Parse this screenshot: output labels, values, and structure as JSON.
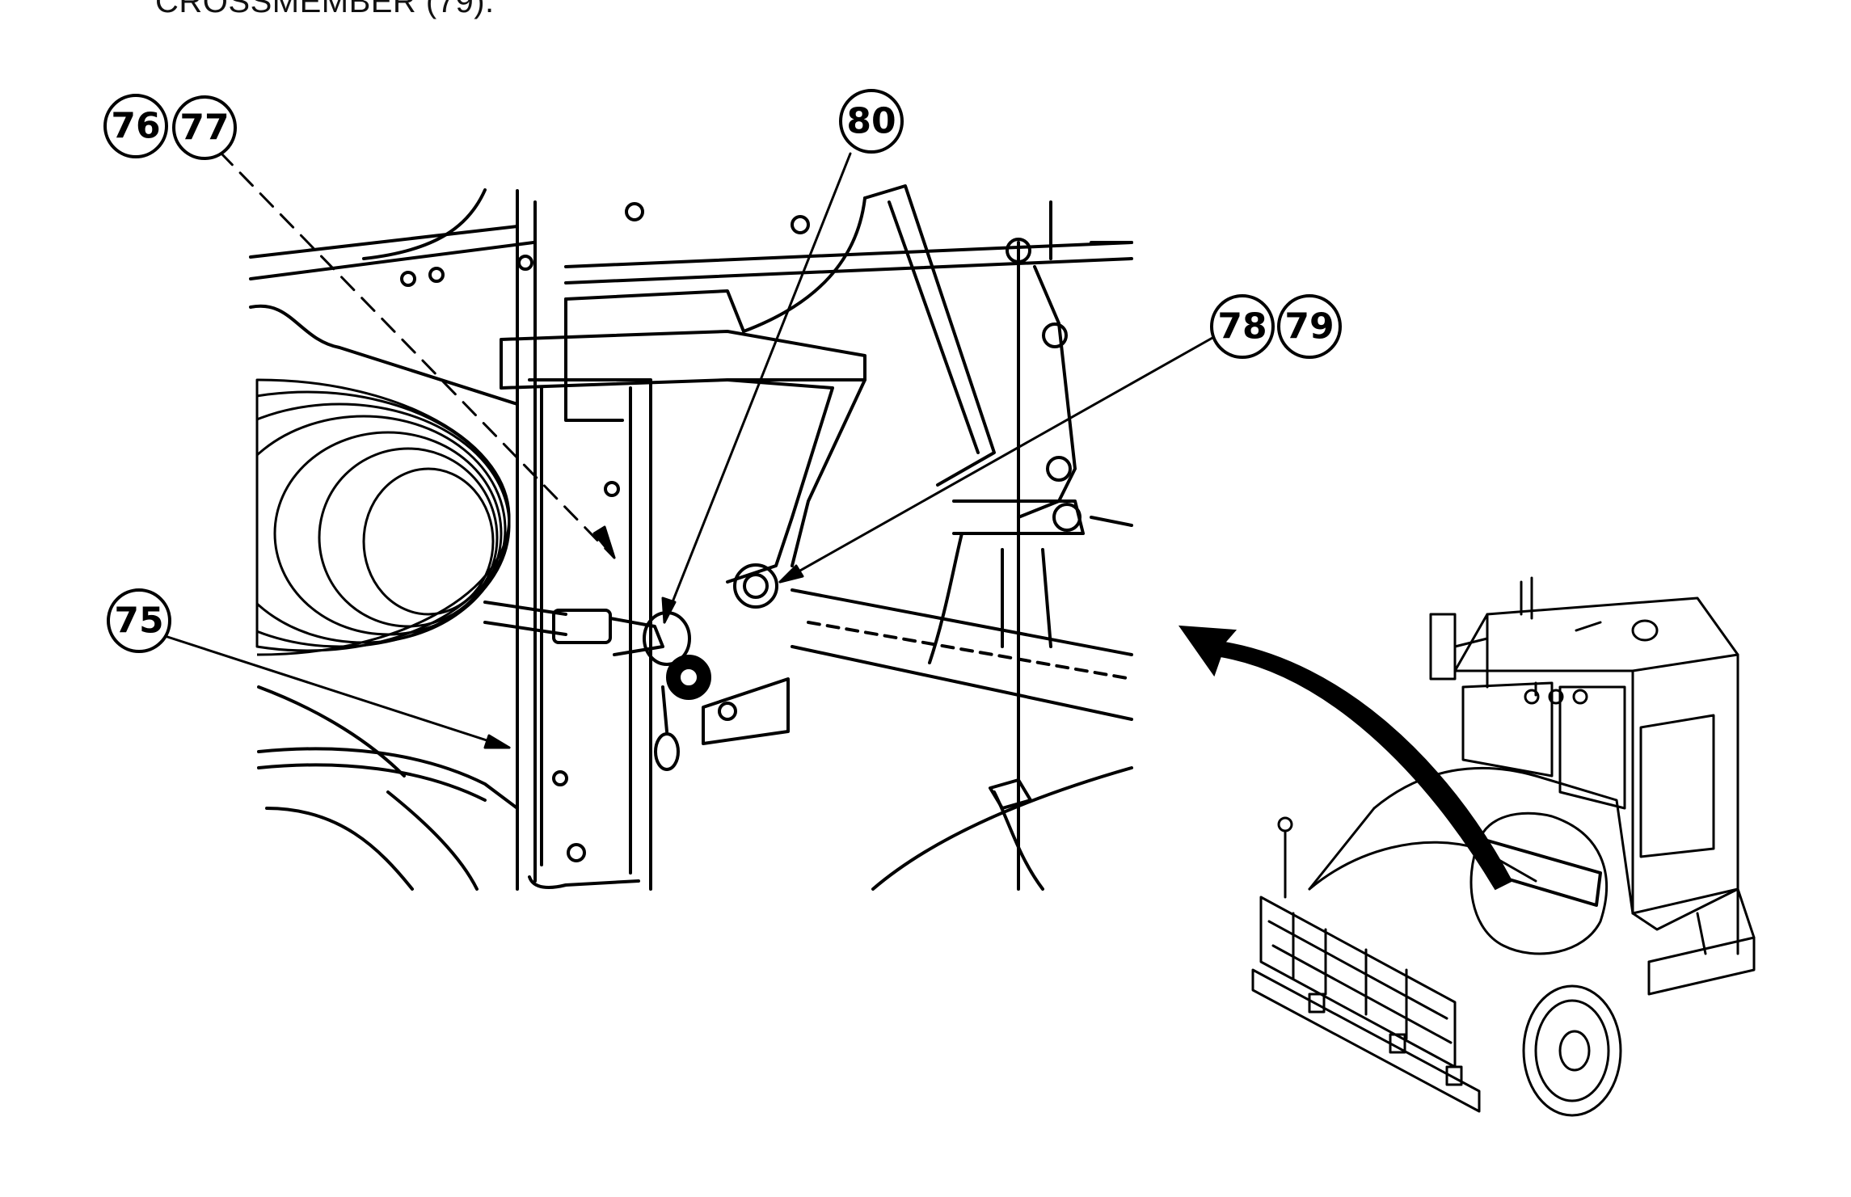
{
  "document": {
    "caption_fragment": "CROSSMEMBER (79)."
  },
  "callouts": [
    {
      "id": "76",
      "label": "76"
    },
    {
      "id": "77",
      "label": "77"
    },
    {
      "id": "80",
      "label": "80"
    },
    {
      "id": "78",
      "label": "78"
    },
    {
      "id": "79",
      "label": "79"
    },
    {
      "id": "75",
      "label": "75"
    }
  ]
}
